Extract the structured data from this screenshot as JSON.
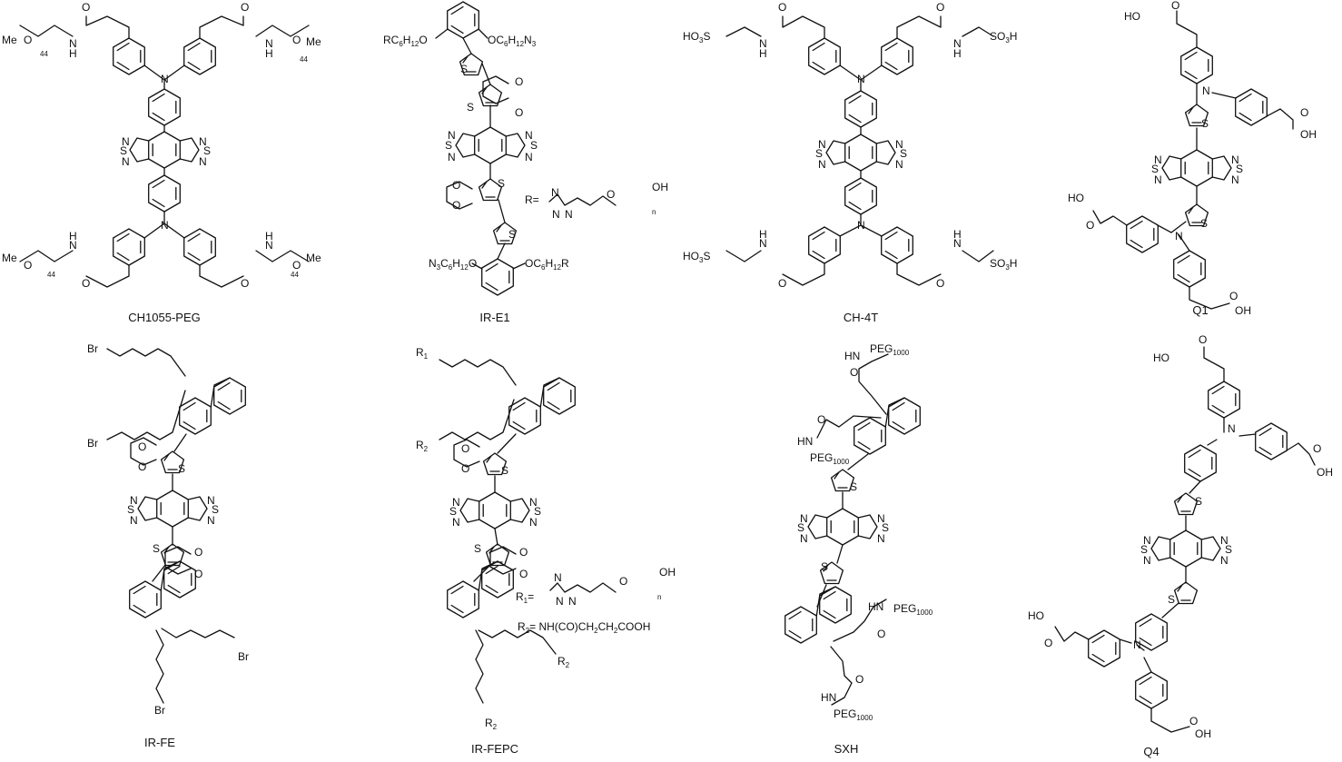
{
  "molecules": [
    {
      "name": "CH1055-PEG",
      "labels": {
        "t1": "Me",
        "t2": "O",
        "t3": "N",
        "t4": "H",
        "t5": "O",
        "t6": "N",
        "t7": "N",
        "t8": "H",
        "t9": "O",
        "t10": "Me",
        "t11": "44",
        "t12": "44",
        "t13": "N",
        "t14": "S",
        "t15": "N",
        "t16": "N",
        "t17": "S",
        "t18": "N",
        "t19": "Me",
        "t20": "O",
        "t21": "N",
        "t22": "H",
        "t23": "O",
        "t24": "N",
        "t25": "N",
        "t26": "H",
        "t27": "O",
        "t28": "Me",
        "t29": "44",
        "t30": "44",
        "t31": "O",
        "t32": "O",
        "t33": "O",
        "t34": "O"
      }
    },
    {
      "name": "IR-E1",
      "labels": {
        "t1": "RC",
        "t2": "6",
        "t3": "H",
        "t4": "12",
        "t5": "O",
        "t6": "OC",
        "t7": "6",
        "t8": "H",
        "t9": "12",
        "t10": "N",
        "t11": "3",
        "t12": "S",
        "t13": "S",
        "t14": "O",
        "t15": "O",
        "t16": "N",
        "t17": "S",
        "t18": "N",
        "t19": "N",
        "t20": "S",
        "t21": "N",
        "t22": "O",
        "t23": "O",
        "t24": "S",
        "t25": "R=",
        "t26": "N",
        "t27": "N",
        "t28": "N",
        "t29": "O",
        "t30": "OH",
        "t31": "n",
        "t32": "S",
        "t33": "N",
        "t34": "3",
        "t35": "C",
        "t36": "6",
        "t37": "H",
        "t38": "12",
        "t39": "O",
        "t40": "OC",
        "t41": "6",
        "t42": "H",
        "t43": "12",
        "t44": "R"
      }
    },
    {
      "name": "CH-4T",
      "labels": {
        "t1": "HO",
        "t2": "3",
        "t3": "S",
        "t4": "O",
        "t5": "N",
        "t6": "H",
        "t7": "N",
        "t8": "O",
        "t9": "N",
        "t10": "H",
        "t11": "SO",
        "t12": "3",
        "t13": "H",
        "t14": "N",
        "t15": "S",
        "t16": "N",
        "t17": "N",
        "t18": "S",
        "t19": "N",
        "t20": "HO",
        "t21": "3",
        "t22": "S",
        "t23": "N",
        "t24": "H",
        "t25": "O",
        "t26": "N",
        "t27": "O",
        "t28": "N",
        "t29": "H",
        "t30": "SO",
        "t31": "3",
        "t32": "H"
      }
    },
    {
      "name": "Q1",
      "labels": {
        "t1": "HO",
        "t2": "O",
        "t3": "N",
        "t4": "S",
        "t5": "O",
        "t6": "OH",
        "t7": "N",
        "t8": "S",
        "t9": "N",
        "t10": "N",
        "t11": "S",
        "t12": "N",
        "t13": "HO",
        "t14": "O",
        "t15": "S",
        "t16": "N",
        "t17": "O",
        "t18": "OH"
      }
    },
    {
      "name": "IR-FE",
      "labels": {
        "t1": "Br",
        "t2": "Br",
        "t3": "O",
        "t4": "O",
        "t5": "S",
        "t6": "N",
        "t7": "S",
        "t8": "N",
        "t9": "N",
        "t10": "S",
        "t11": "N",
        "t12": "S",
        "t13": "O",
        "t14": "O",
        "t15": "Br",
        "t16": "Br"
      }
    },
    {
      "name": "IR-FEPC",
      "labels": {
        "t1": "R",
        "t2": "1",
        "t3": "R",
        "t4": "2",
        "t5": "O",
        "t6": "O",
        "t7": "S",
        "t8": "N",
        "t9": "S",
        "t10": "N",
        "t11": "N",
        "t12": "S",
        "t13": "N",
        "t14": "S",
        "t15": "O",
        "t16": "O",
        "t17": "R",
        "t18": "1",
        "t19": "=",
        "t20": "N",
        "t21": "N",
        "t22": "N",
        "t23": "O",
        "t24": "OH",
        "t25": "n",
        "t26": "R",
        "t27": "2",
        "t28": "= NH(CO)CH",
        "t29": "2",
        "t30": "CH",
        "t31": "2",
        "t32": "COOH",
        "t33": "R",
        "t34": "2",
        "t35": "R",
        "t36": "2"
      }
    },
    {
      "name": "SXH",
      "labels": {
        "t1": "HN",
        "t2": "PEG",
        "t3": "1000",
        "t4": "O",
        "t5": "O",
        "t6": "HN",
        "t7": "PEG",
        "t8": "1000",
        "t9": "S",
        "t10": "N",
        "t11": "S",
        "t12": "N",
        "t13": "N",
        "t14": "S",
        "t15": "N",
        "t16": "S",
        "t17": "HN",
        "t18": "PEG",
        "t19": "1000",
        "t20": "O",
        "t21": "O",
        "t22": "HN",
        "t23": "PEG",
        "t24": "1000"
      }
    },
    {
      "name": "Q4",
      "labels": {
        "t1": "HO",
        "t2": "O",
        "t3": "N",
        "t4": "O",
        "t5": "OH",
        "t6": "S",
        "t7": "N",
        "t8": "S",
        "t9": "N",
        "t10": "N",
        "t11": "S",
        "t12": "N",
        "t13": "S",
        "t14": "HO",
        "t15": "O",
        "t16": "N",
        "t17": "O",
        "t18": "OH"
      }
    }
  ]
}
